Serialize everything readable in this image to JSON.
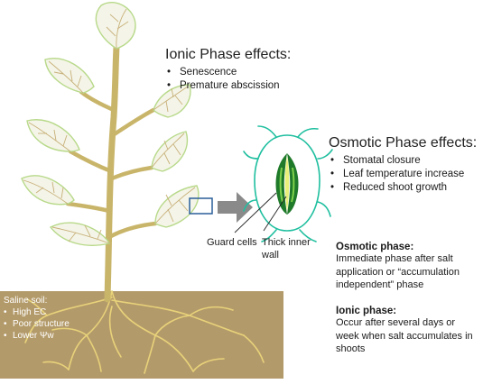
{
  "ionic": {
    "title": "Ionic Phase effects:",
    "items": [
      "Senescence",
      "Premature abscission"
    ]
  },
  "osmotic": {
    "title": "Osmotic Phase effects:",
    "items": [
      "Stomatal closure",
      "Leaf temperature increase",
      "Reduced shoot growth"
    ]
  },
  "stoma_labels": {
    "guard_cells": "Guard cells",
    "thick_wall_line1": "Thick inner",
    "thick_wall_line2": "wall"
  },
  "osmotic_phase": {
    "heading": "Osmotic phase:",
    "lines": [
      "Immediate phase after salt",
      "application or “accumulation",
      "independent” phase"
    ]
  },
  "ionic_phase": {
    "heading": "Ionic phase:",
    "lines": [
      "Occur after several days or",
      "week when salt accumulates in",
      "shoots"
    ]
  },
  "soil": {
    "title": "Saline soil:",
    "items": [
      "High EC",
      "Poor structure",
      "Lower Ψw"
    ]
  },
  "colors": {
    "leaf_fill": "#f4f5e8",
    "leaf_stroke": "#b8d98a",
    "vein": "#c8b07a",
    "stem": "#c9b56a",
    "soil": "#b39a6a",
    "root": "#e8d27a",
    "arrow": "#8a8a8a",
    "stoma_outline": "#1fbf9f",
    "guard_cell": "#1f7a2a",
    "box_outline": "#2a5f9a"
  }
}
